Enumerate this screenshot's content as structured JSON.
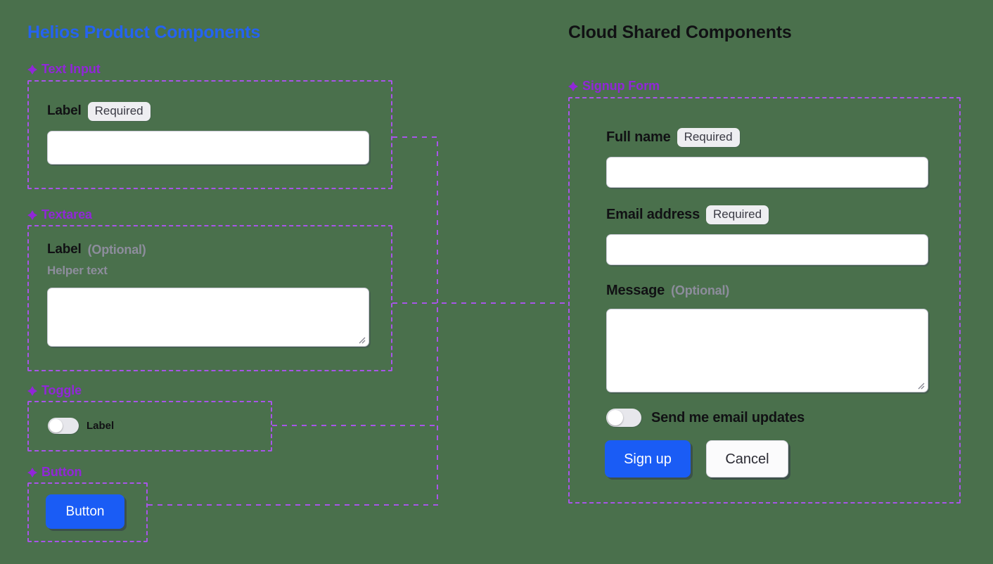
{
  "page": {
    "background_color": "#4a704c",
    "accent_blue": "#2563f0",
    "accent_purple": "#9127d8",
    "frame_purple": "#a855e8",
    "muted_gray": "#8d8d9c",
    "button_blue": "#1a5cf5"
  },
  "columns": {
    "left_title": "Helios Product Components",
    "right_title": "Cloud Shared Components"
  },
  "left_sections": [
    {
      "icon": "diamond-icon",
      "label": "Text Input"
    },
    {
      "icon": "diamond-icon",
      "label": "Textarea"
    },
    {
      "icon": "diamond-icon",
      "label": "Toggle"
    },
    {
      "icon": "diamond-icon",
      "label": "Button"
    }
  ],
  "text_input": {
    "label": "Label",
    "badge": "Required",
    "value": "",
    "placeholder": ""
  },
  "textarea": {
    "label": "Label",
    "optional": "(Optional)",
    "helper": "Helper text",
    "value": "",
    "placeholder": ""
  },
  "toggle": {
    "label": "Label",
    "state": "off"
  },
  "button": {
    "label": "Button"
  },
  "right_section": {
    "icon": "diamond-icon",
    "label": "Signup Form"
  },
  "signup_form": {
    "fields": [
      {
        "label": "Full name",
        "badge": "Required",
        "optional": "",
        "value": "",
        "placeholder": "",
        "type": "input"
      },
      {
        "label": "Email address",
        "badge": "Required",
        "optional": "",
        "value": "",
        "placeholder": "",
        "type": "input"
      },
      {
        "label": "Message",
        "badge": "",
        "optional": "(Optional)",
        "value": "",
        "placeholder": "",
        "type": "textarea"
      }
    ],
    "toggle": {
      "label": "Send me email updates",
      "state": "off"
    },
    "primary_button": "Sign up",
    "secondary_button": "Cancel"
  }
}
